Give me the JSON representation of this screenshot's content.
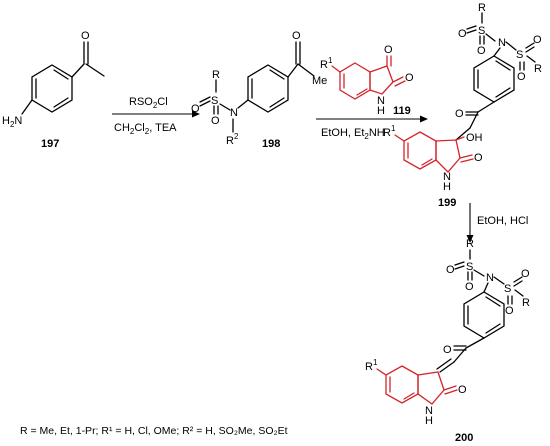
{
  "compounds": [
    {
      "id": "197",
      "label": "197"
    },
    {
      "id": "198",
      "label": "198"
    },
    {
      "id": "119",
      "label": "119"
    },
    {
      "id": "199",
      "label": "199"
    },
    {
      "id": "200",
      "label": "200"
    }
  ],
  "reagents": {
    "step1_top": "RSO",
    "step1_top_sub": "2",
    "step1_top_tail": "Cl",
    "step1_bottom": "CH",
    "step1_bottom_sub": "2",
    "step1_bottom_mid": "Cl",
    "step1_bottom_sub2": "2",
    "step1_bottom_tail": ", TEA",
    "step2_bottom": "EtOH, Et",
    "step2_bottom_sub": "2",
    "step2_bottom_tail": "NH",
    "step3": "EtOH, HCl"
  },
  "atoms": {
    "nh2": "H",
    "nh2_sub": "2",
    "nh2_n": "N",
    "o": "O",
    "s": "S",
    "n": "N",
    "r": "R",
    "r2": "R",
    "r2_sup": "2",
    "me": "Me",
    "r1": "R",
    "r1_sup": "1",
    "h": "H",
    "oh": "OH"
  },
  "footnote": "R = Me, Et, 1-Pr; R¹ = H, Cl, OMe; R² = H, SO₂Me, SO₂Et",
  "colors": {
    "bond": "#000000",
    "isatin_core": "#d4232a"
  }
}
